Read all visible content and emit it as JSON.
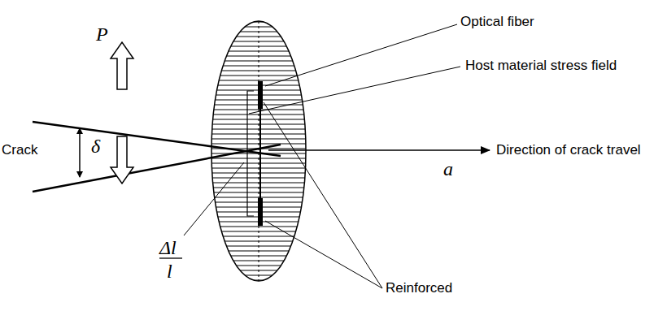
{
  "diagram": {
    "labels": [
      "P",
      "Crack",
      "δ",
      "Optical fiber",
      "Host material stress field",
      "Direction of crack travel",
      "a",
      "Δl",
      "l",
      "Reinforced"
    ]
  }
}
